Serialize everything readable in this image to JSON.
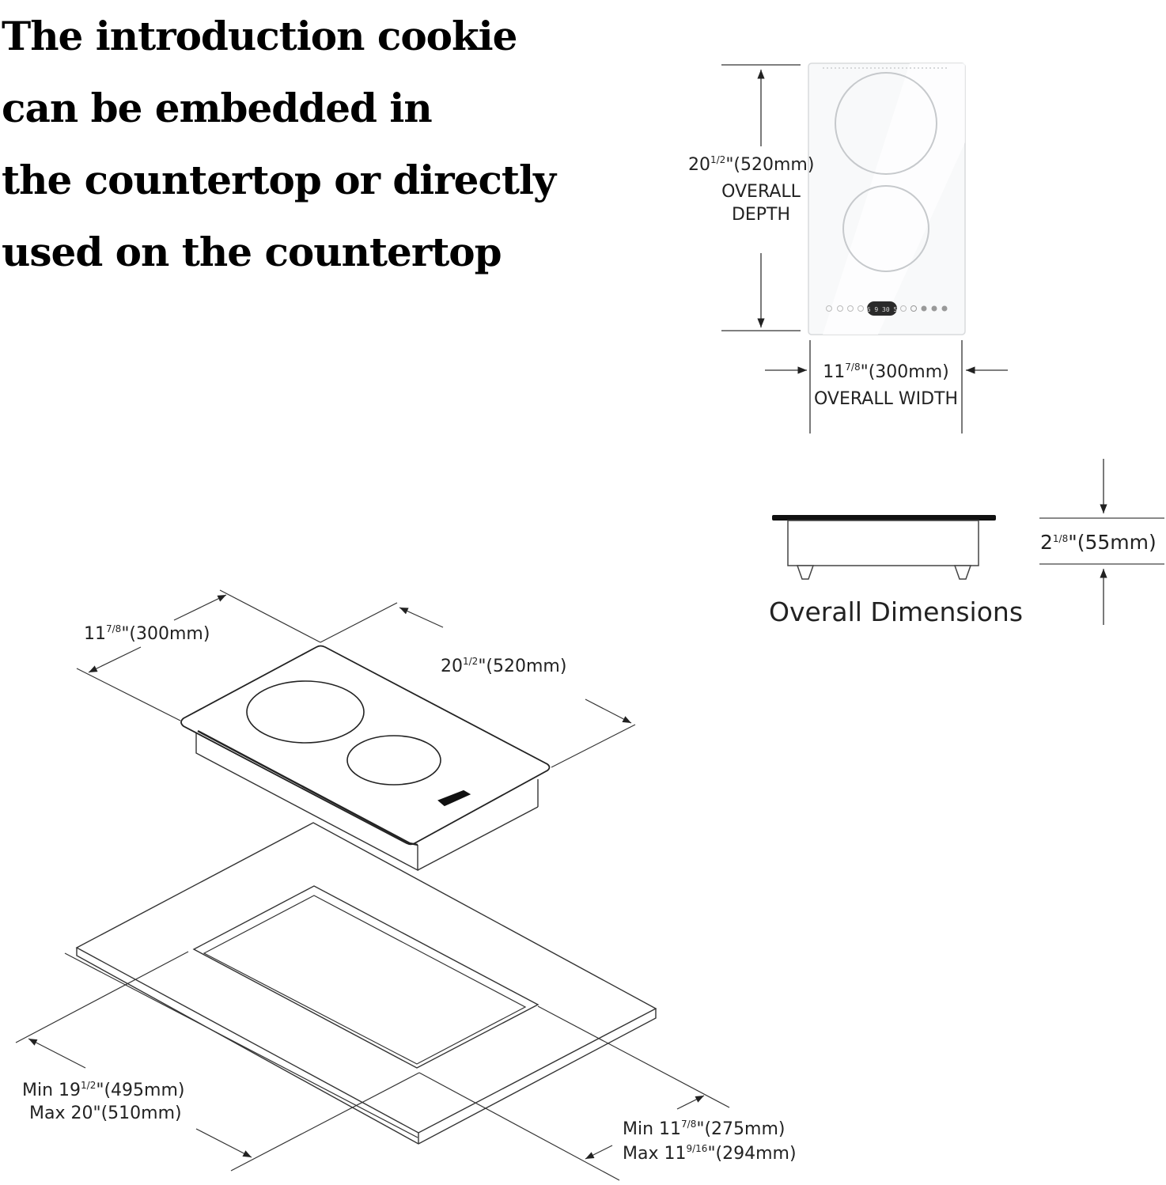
{
  "heading": {
    "lines": [
      "The introduction cookie",
      "can be embedded in",
      "the countertop or directly",
      "used on the countertop"
    ]
  },
  "top_view": {
    "depth_value": "20",
    "depth_frac": "1/2",
    "depth_metric": "\"(520mm)",
    "depth_caption_1": "OVERALL",
    "depth_caption_2": "DEPTH",
    "width_value": "11",
    "width_frac": "7/8",
    "width_metric": "\"(300mm)",
    "width_caption": "OVERALL WIDTH",
    "display_text": "6  9 30  5"
  },
  "side_view": {
    "height_value": "2",
    "height_frac": "1/8",
    "height_metric": "\"(55mm)",
    "caption": "Overall Dimensions"
  },
  "iso_view": {
    "width_value": "11",
    "width_frac": "7/8",
    "width_metric": "\"(300mm)",
    "length_value": "20",
    "length_frac": "1/2",
    "length_metric": "\"(520mm)"
  },
  "cutout": {
    "len_min_prefix": "Min 19",
    "len_min_frac": "1/2",
    "len_min_metric": "\"(495mm)",
    "len_max": "Max 20\"(510mm)",
    "wid_min_prefix": "Min 11",
    "wid_min_frac": "7/8",
    "wid_min_metric": "\"(275mm)",
    "wid_max_prefix": "Max 11",
    "wid_max_frac": "9/16",
    "wid_max_metric": "\"(294mm)"
  }
}
